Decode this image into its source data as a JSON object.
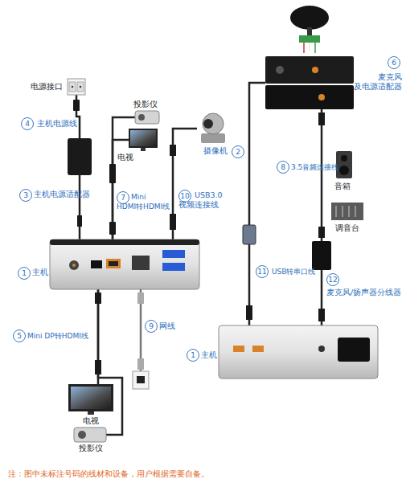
{
  "diagram": {
    "nodes": [
      {
        "text": [
          "电源接口"
        ]
      },
      {
        "text": [
          "投影仪"
        ]
      },
      {
        "text": [
          "电视"
        ]
      },
      {
        "text": [
          "摄像机"
        ]
      },
      {
        "text": [
          "麦克风 及电源适配器"
        ]
      },
      {
        "text": [
          "主机电源适配器"
        ]
      },
      {
        "text": [
          "音箱"
        ]
      },
      {
        "text": [
          "调音台"
        ]
      },
      {
        "text": [
          "主机"
        ]
      },
      {
        "text": [
          "麦克风/扬声器分线器"
        ]
      },
      {
        "text": [
          "主机"
        ]
      },
      {
        "text": [
          "电视"
        ]
      },
      {
        "text": [
          "投影仪"
        ]
      }
    ],
    "edges": [
      {
        "from": 0,
        "to": 5,
        "label": "主机电源线",
        "arrow": "none"
      },
      {
        "from": 5,
        "to": 8,
        "arrow": "none"
      },
      {
        "from": 8,
        "to": 2,
        "label": "Mini HDMI转HDMI线",
        "arrow": "none"
      },
      {
        "from": 8,
        "to": 1,
        "arrow": "none"
      },
      {
        "from": 8,
        "to": 3,
        "label": "USB3.0 视频连接线",
        "arrow": "none"
      },
      {
        "from": 8,
        "to": 11,
        "label": "Mini DP转HDMI线",
        "arrow": "none"
      },
      {
        "from": 8,
        "to": 12,
        "arrow": "none"
      },
      {
        "from": 10,
        "to": 4,
        "label": "USB转串口线",
        "arrow": "none"
      },
      {
        "from": 4,
        "to": 9,
        "label": "3.5音频连接线",
        "arrow": "none"
      },
      {
        "from": 9,
        "to": 10,
        "arrow": "none"
      }
    ],
    "labels": [
      "4",
      "3",
      "7",
      "2",
      "10",
      "6",
      "8",
      "1",
      "11",
      "12",
      "5",
      "9",
      "网线",
      "1",
      "注：图中未标注号码的线材和设备，用户根据需要自备。"
    ]
  }
}
